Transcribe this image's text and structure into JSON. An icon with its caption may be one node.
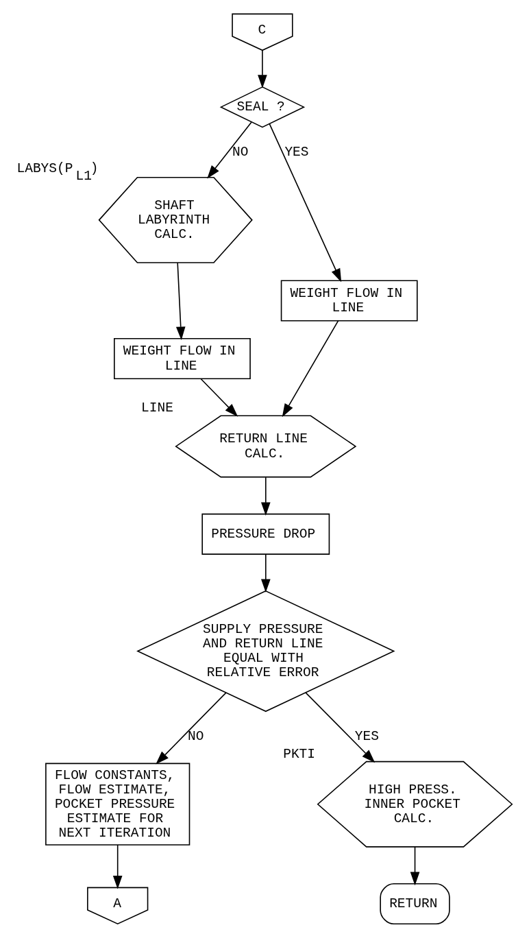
{
  "diagram": {
    "nodes": [
      {
        "text": [
          "C"
        ]
      },
      {
        "text": [
          "SEAL ?"
        ]
      },
      {
        "text": [
          "SHAFT LABYRINTH CALC."
        ],
        "beside": [
          "LABYS(P$_{L1}$)"
        ]
      },
      {
        "text": [
          "WEIGHT FLOW IN LINE"
        ]
      },
      {
        "text": [
          "WEIGHT FLOW IN LINE"
        ]
      },
      {
        "text": [
          "RETURN LINE CALC."
        ],
        "beside": [
          "LINE"
        ]
      },
      {
        "text": [
          "PRESSURE DROP"
        ]
      },
      {
        "text": [
          "SUPPLY PRESSURE AND RETURN LINE EQUAL WITH RELATIVE ERROR"
        ]
      },
      {
        "text": [
          "HIGH PRESS. INNER POCKET CALC."
        ],
        "beside": [
          "PKTI"
        ]
      },
      {
        "text": [
          "FLOW CONSTANTS, FLOW ESTIMATE, POCKET PRESSURE ESTIMATE FOR NEXT ITERATION"
        ]
      },
      {
        "text": [
          "RETURN"
        ]
      },
      {
        "text": [
          "A"
        ]
      }
    ],
    "edges": [
      {
        "from": 0,
        "to": 1,
        "arrow": "to"
      },
      {
        "from": 1,
        "to": 4,
        "arrow": "to",
        "label": "YES"
      },
      {
        "from": 1,
        "to": 2,
        "arrow": "to",
        "label": "NO"
      },
      {
        "from": 2,
        "to": 3,
        "arrow": "to"
      },
      {
        "from": 3,
        "to": 5,
        "arrow": "to"
      },
      {
        "from": 4,
        "to": 5,
        "arrow": "to"
      },
      {
        "from": 5,
        "to": 6,
        "arrow": "to"
      },
      {
        "from": 6,
        "to": 7,
        "arrow": "to"
      },
      {
        "from": 7,
        "to": 8,
        "arrow": "to",
        "label": "YES"
      },
      {
        "from": 7,
        "to": 9,
        "arrow": "to",
        "label": "NO"
      },
      {
        "from": 8,
        "to": 10,
        "arrow": "to"
      },
      {
        "from": 9,
        "to": 11,
        "arrow": "to"
      }
    ]
  }
}
